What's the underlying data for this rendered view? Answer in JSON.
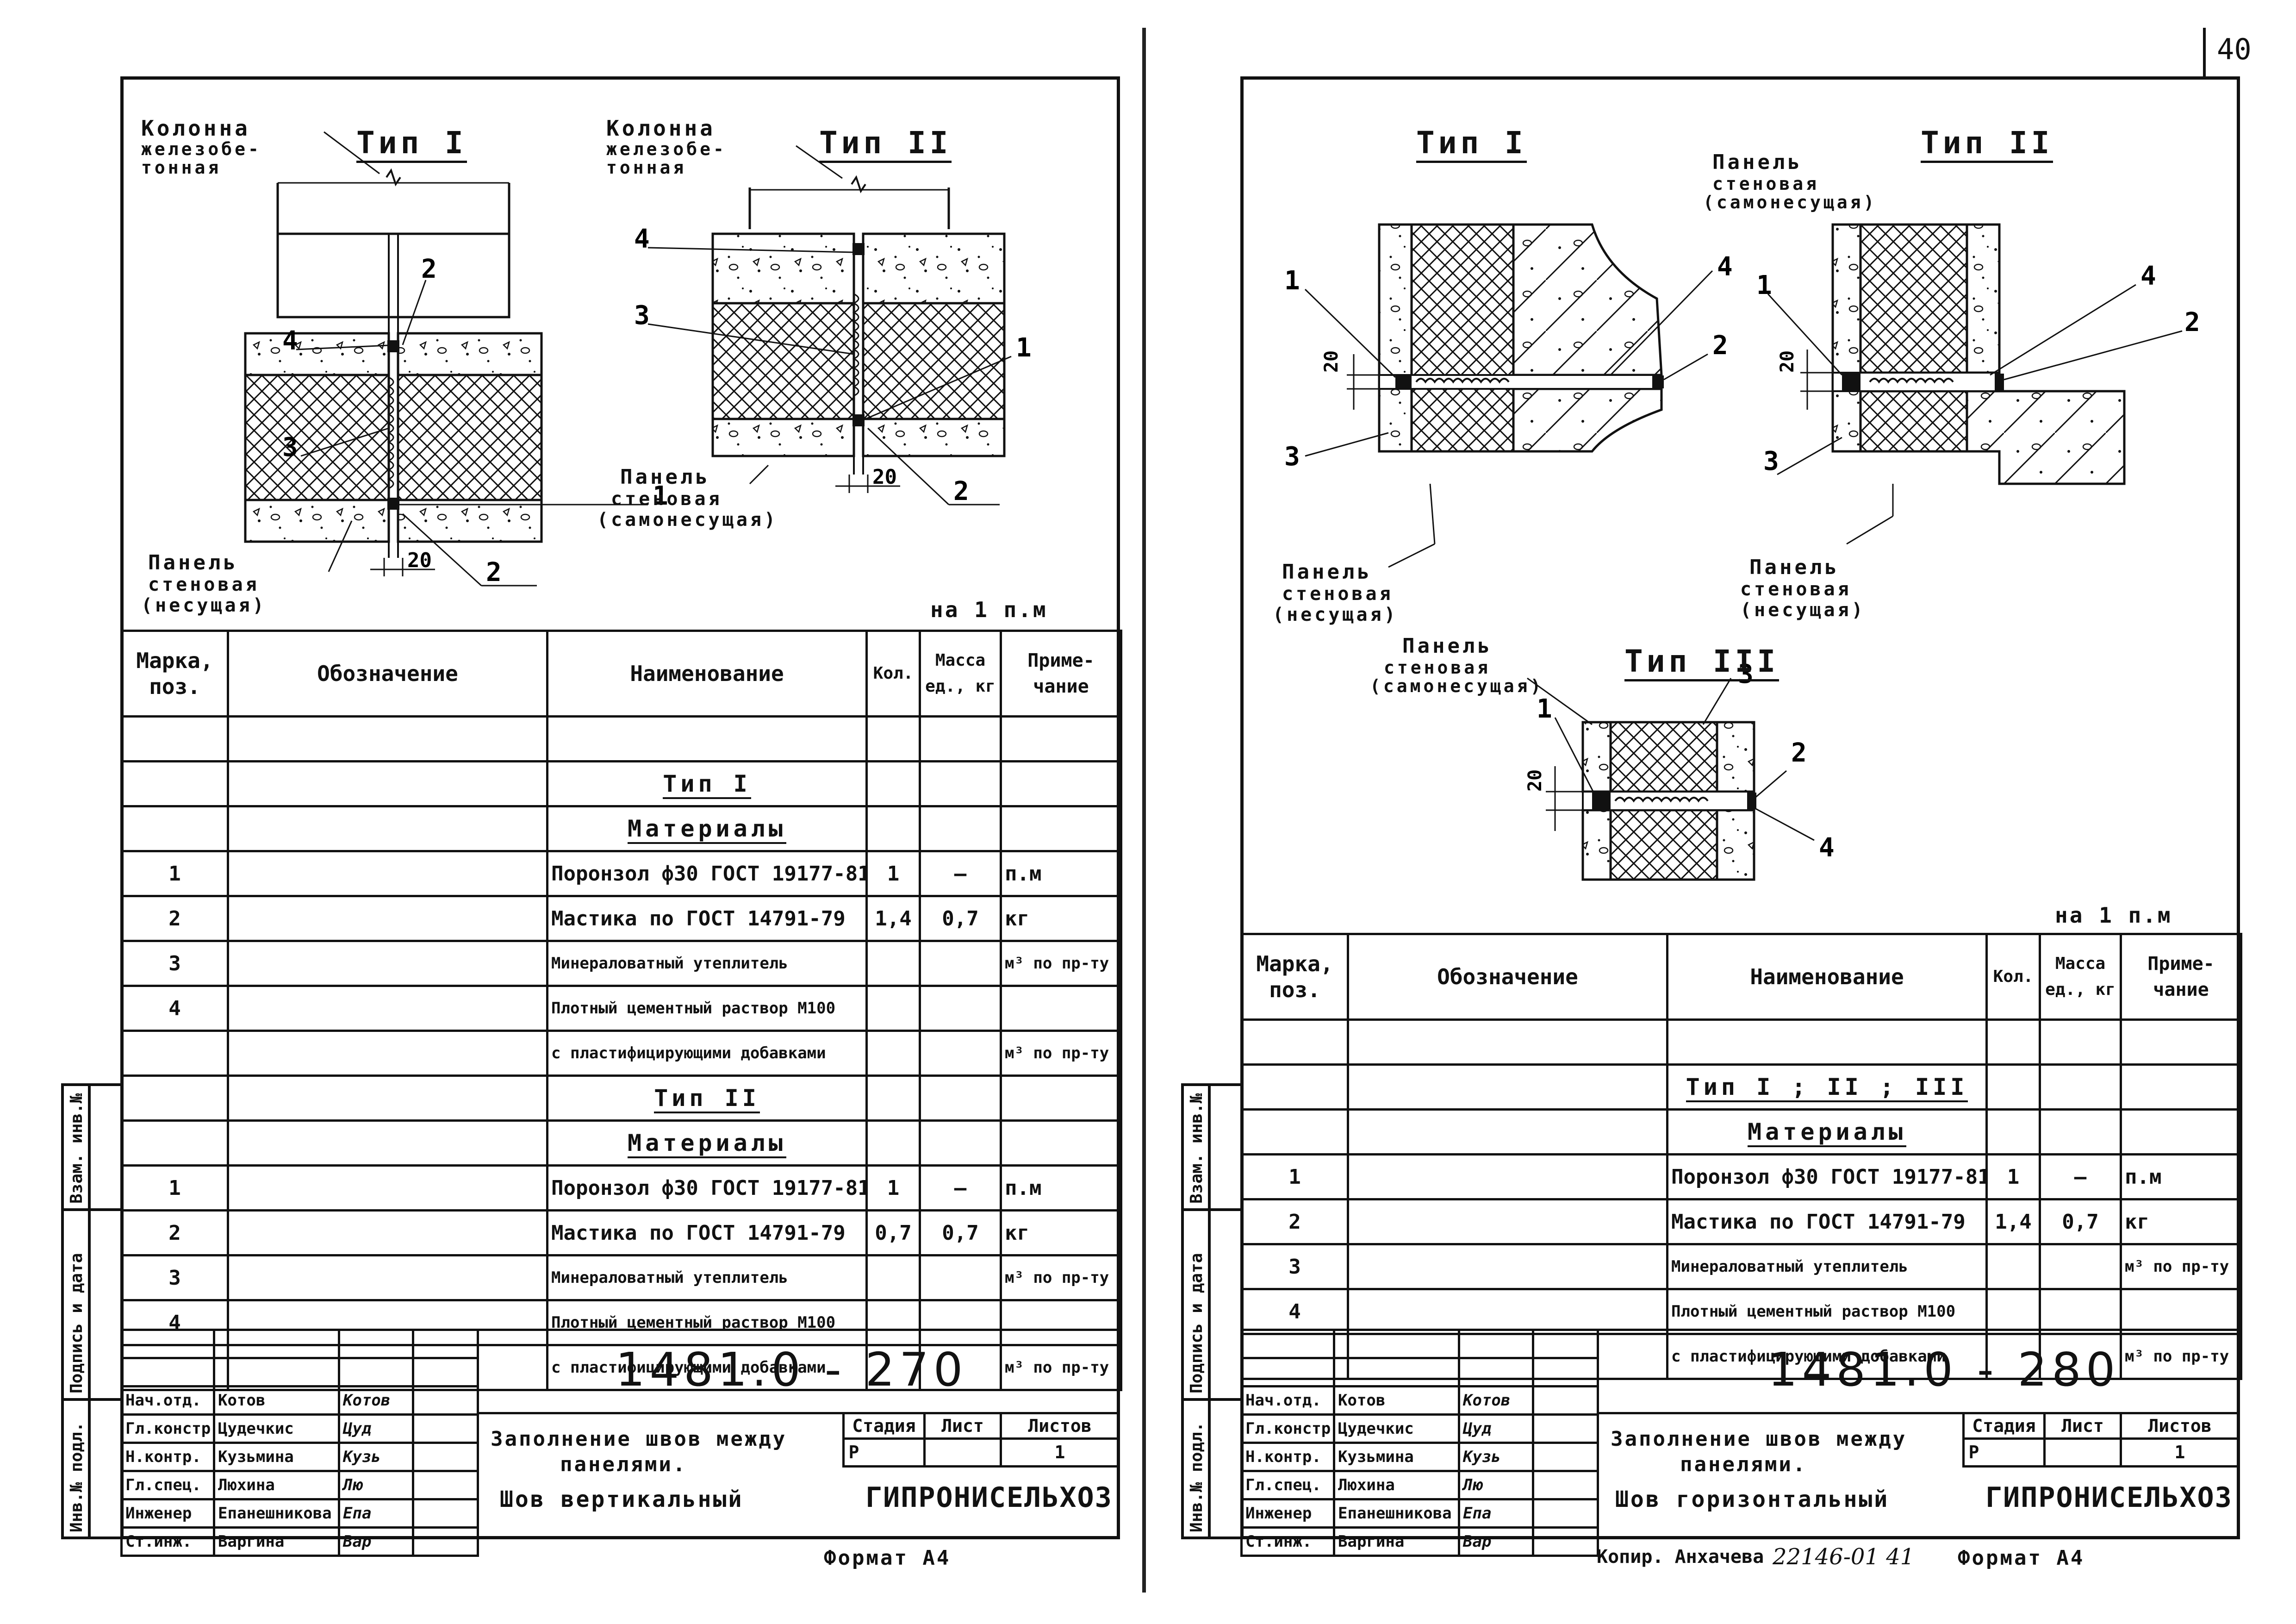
{
  "page_number": "40",
  "left": {
    "drawing": {
      "type1": "Тип I",
      "type2": "Тип II",
      "column_label_1": "Колонна",
      "column_label_2": "железобе-",
      "column_label_3": "тонная",
      "panel_a1": "Панель",
      "panel_a2": "стеновая",
      "panel_a3": "(несущая)",
      "panel_b1": "Панель",
      "panel_b2": "стеновая",
      "panel_b3": "(самонесущая)",
      "dim": "20",
      "callouts": [
        "1",
        "2",
        "3",
        "4"
      ]
    },
    "unit_note": "на 1 п.м",
    "headers": {
      "mark": "Марка, поз.",
      "designation": "Обозначение",
      "name": "Наименование",
      "qty": "Кол.",
      "mass": "Масса ед., кг",
      "note": "Приме- чание"
    },
    "rows": [
      {
        "pos": "",
        "name": "",
        "qty": "",
        "mass": "",
        "note": "",
        "section": ""
      },
      {
        "section": "Тип I"
      },
      {
        "section": "Материалы"
      },
      {
        "pos": "1",
        "name": "Поронзол ф30 ГОСТ 19177-81",
        "qty": "1",
        "mass": "—",
        "note": "п.м"
      },
      {
        "pos": "2",
        "name": "Мастика по ГОСТ 14791-79",
        "qty": "1,4",
        "mass": "0,7",
        "note": "кг"
      },
      {
        "pos": "3",
        "name": "Минераловатный утеплитель",
        "qty": "",
        "mass": "",
        "note": "м³ по пр-ту",
        "small": true
      },
      {
        "pos": "4",
        "name": "Плотный цементный раствор М100",
        "qty": "",
        "mass": "",
        "note": "",
        "small": true
      },
      {
        "pos": "",
        "name": "с пластифицирующими добавками",
        "qty": "",
        "mass": "",
        "note": "м³ по пр-ту",
        "small": true
      },
      {
        "section": "Тип II"
      },
      {
        "section": "Материалы"
      },
      {
        "pos": "1",
        "name": "Поронзол ф30 ГОСТ 19177-81",
        "qty": "1",
        "mass": "—",
        "note": "п.м"
      },
      {
        "pos": "2",
        "name": "Мастика по ГОСТ 14791-79",
        "qty": "0,7",
        "mass": "0,7",
        "note": "кг"
      },
      {
        "pos": "3",
        "name": "Минераловатный утеплитель",
        "qty": "",
        "mass": "",
        "note": "м³ по пр-ту",
        "small": true
      },
      {
        "pos": "4",
        "name": "Плотный цементный раствор М100",
        "qty": "",
        "mass": "",
        "note": "",
        "small": true
      },
      {
        "pos": "",
        "name": "с пластифицирующими добавками",
        "qty": "",
        "mass": "",
        "note": "м³ по пр-ту",
        "small": true
      }
    ],
    "title_block": {
      "code": "1481.0 - 270",
      "title1": "Заполнение швов между",
      "title2": "панелями.",
      "title3": "Шов вертикальный",
      "stage_h": "Стадия",
      "sheet_h": "Лист",
      "sheets_h": "Листов",
      "stage": "Р",
      "sheet": "",
      "sheets": "1",
      "org": "ГИПРОНИСЕЛЬХОЗ",
      "staff": [
        {
          "role": "Нач.отд.",
          "name": "Котов",
          "sig": "Котов"
        },
        {
          "role": "Гл.констр.",
          "name": "Цудечкис",
          "sig": "Цуд"
        },
        {
          "role": "Н.контр.",
          "name": "Кузьмина",
          "sig": "Кузь"
        },
        {
          "role": "Гл.спец.",
          "name": "Люхина",
          "sig": "Лю"
        },
        {
          "role": "Инженер",
          "name": "Епанешникова",
          "sig": "Епа"
        },
        {
          "role": "Ст.инж.",
          "name": "Варгина",
          "sig": "Вар"
        }
      ]
    },
    "format": "Формат А4",
    "side": {
      "inv": "Инв.№ подл.",
      "sign": "Подпись и дата",
      "vzam": "Взам. инв.№"
    }
  },
  "right": {
    "drawing": {
      "type1": "Тип I",
      "type2": "Тип II",
      "type3": "Тип III",
      "panel_a1": "Панель",
      "panel_a2": "стеновая",
      "panel_a3": "(несущая)",
      "panel_b1": "Панель",
      "panel_b2": "стеновая",
      "panel_b3": "(самонесущая)",
      "panel_c1": "Панель",
      "panel_c2": "стеновая",
      "panel_c3": "(несущая)",
      "panel_d1": "Панель",
      "panel_d2": "стеновая",
      "panel_d3": "(самонесущая)",
      "dim": "20"
    },
    "unit_note": "на 1 п.м",
    "headers": {
      "mark": "Марка, поз.",
      "designation": "Обозначение",
      "name": "Наименование",
      "qty": "Кол.",
      "mass": "Масса ед., кг",
      "note": "Приме- чание"
    },
    "rows": [
      {
        "pos": "",
        "name": "",
        "qty": "",
        "mass": "",
        "note": ""
      },
      {
        "section": "Тип I ; II ; III"
      },
      {
        "section": "Материалы"
      },
      {
        "pos": "1",
        "name": "Поронзол ф30 ГОСТ 19177-81",
        "qty": "1",
        "mass": "—",
        "note": "п.м"
      },
      {
        "pos": "2",
        "name": "Мастика по ГОСТ 14791-79",
        "qty": "1,4",
        "mass": "0,7",
        "note": "кг"
      },
      {
        "pos": "3",
        "name": "Минераловатный утеплитель",
        "qty": "",
        "mass": "",
        "note": "м³ по пр-ту",
        "small": true
      },
      {
        "pos": "4",
        "name": "Плотный цементный раствор М100",
        "qty": "",
        "mass": "",
        "note": "",
        "small": true
      },
      {
        "pos": "",
        "name": "с пластифицирующими добавками",
        "qty": "",
        "mass": "",
        "note": "м³ по пр-ту",
        "small": true
      }
    ],
    "title_block": {
      "code": "1481.0 - 280",
      "title1": "Заполнение швов между",
      "title2": "панелями.",
      "title3": "Шов горизонтальный",
      "stage_h": "Стадия",
      "sheet_h": "Лист",
      "sheets_h": "Листов",
      "stage": "Р",
      "sheet": "",
      "sheets": "1",
      "org": "ГИПРОНИСЕЛЬХОЗ",
      "staff": [
        {
          "role": "Нач.отд.",
          "name": "Котов",
          "sig": "Котов"
        },
        {
          "role": "Гл.констр.",
          "name": "Цудечкис",
          "sig": "Цуд"
        },
        {
          "role": "Н.контр.",
          "name": "Кузьмина",
          "sig": "Кузь"
        },
        {
          "role": "Гл.спец.",
          "name": "Люхина",
          "sig": "Лю"
        },
        {
          "role": "Инженер",
          "name": "Епанешникова",
          "sig": "Епа"
        },
        {
          "role": "Ст.инж.",
          "name": "Варгина",
          "sig": "Вар"
        }
      ]
    },
    "copy_note": "Копир. Анхачева",
    "copy_code": "22146-01  41",
    "format": "Формат А4",
    "side": {
      "inv": "Инв.№ подл.",
      "sign": "Подпись и дата",
      "vzam": "Взам. инв.№"
    }
  }
}
